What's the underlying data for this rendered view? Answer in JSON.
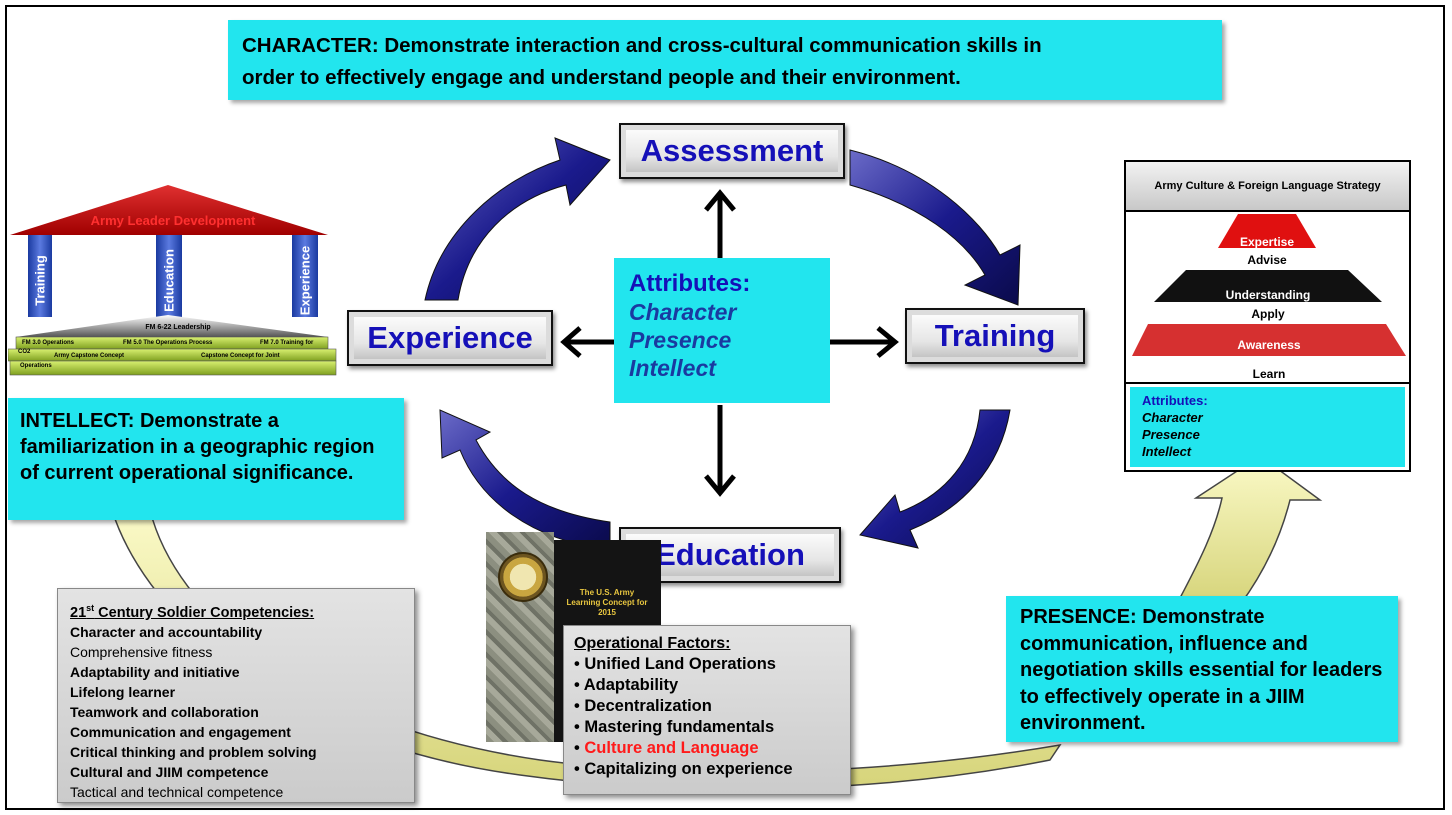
{
  "character_box": {
    "line1": "CHARACTER:  Demonstrate interaction and cross-cultural communication skills in",
    "line2": "order to effectively engage and understand people and their environment."
  },
  "cycle": {
    "assessment": "Assessment",
    "training": "Training",
    "education": "Education",
    "experience": "Experience"
  },
  "center_attributes": {
    "title": "Attributes:",
    "items": [
      "Character",
      "Presence",
      "Intellect"
    ]
  },
  "leader_development": {
    "roof": "Army Leader Development",
    "pillars": [
      "Training",
      "Education",
      "Experience"
    ],
    "foundation_top": "FM 6-22 Leadership",
    "foundation_mid": [
      "FM 3.0 Operations",
      "FM 5.0 The Operations Process",
      "FM 7.0 Training for"
    ],
    "foundation_mid_extra": "CO2",
    "foundation_bottom": [
      "Army Capstone Concept",
      "Capstone Concept for Joint"
    ],
    "foundation_bottom_extra": "Operations"
  },
  "intellect_box": {
    "text": "INTELLECT:  Demonstrate a familiarization in a geographic region of current operational significance."
  },
  "competencies": {
    "title_pre": "21",
    "title_sup": "st",
    "title_post": " Century Soldier Competencies:",
    "items": [
      {
        "text": "Character and accountability",
        "bold": true
      },
      {
        "text": "Comprehensive fitness",
        "bold": false
      },
      {
        "text": "Adaptability and initiative",
        "bold": true
      },
      {
        "text": "Lifelong learner",
        "bold": true
      },
      {
        "text": "Teamwork and collaboration",
        "bold": true
      },
      {
        "text": "Communication and engagement",
        "bold": true
      },
      {
        "text": "Critical thinking and problem solving",
        "bold": true
      },
      {
        "text": "Cultural and JIIM competence",
        "bold": true
      },
      {
        "text": "Tactical and technical competence",
        "bold": false
      }
    ]
  },
  "book": {
    "title": "The U.S. Army Learning Concept for 2015"
  },
  "operational_factors": {
    "title": "Operational Factors:",
    "items": [
      {
        "text": "Unified Land Operations",
        "highlight": false
      },
      {
        "text": "Adaptability",
        "highlight": false
      },
      {
        "text": "Decentralization",
        "highlight": false
      },
      {
        "text": "Mastering fundamentals",
        "highlight": false
      },
      {
        "text": "Culture and Language",
        "highlight": true
      },
      {
        "text": "Capitalizing on experience",
        "highlight": false
      }
    ],
    "highlight_color": "#ff1a1a"
  },
  "strategy": {
    "header": "Army Culture & Foreign Language Strategy",
    "tiers": [
      {
        "label": "Expertise",
        "sub": "Advise",
        "color": "#e01010"
      },
      {
        "label": "Understanding",
        "sub": "Apply",
        "color": "#111111"
      },
      {
        "label": "Awareness",
        "sub": "Learn",
        "color": "#d63030"
      }
    ],
    "attributes_title": "Attributes:",
    "attributes": [
      "Character",
      "Presence",
      "Intellect"
    ]
  },
  "presence_box": {
    "text": "PRESENCE:  Demonstrate communication, influence and negotiation skills essential for leaders to effectively operate in a JIIM environment."
  },
  "colors": {
    "cyan": "#22e5ee",
    "node_text": "#1510b8",
    "curved_arrow": "#1a1a8c",
    "yellow_arrow": "#f2f0a0"
  }
}
